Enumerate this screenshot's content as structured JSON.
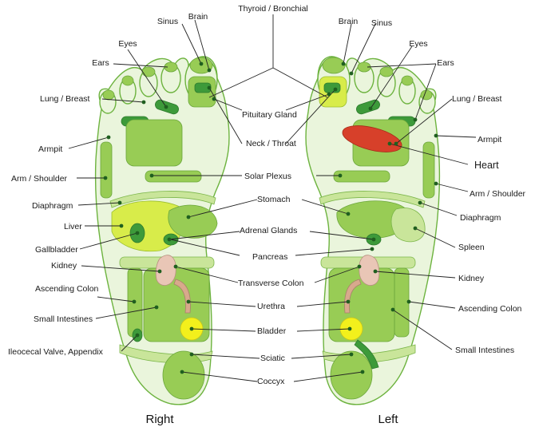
{
  "top": {
    "thyroid_bronchial": "Thyroid / Bronchial"
  },
  "titles": {
    "right_foot": "Right",
    "left_foot": "Left"
  },
  "center_labels": {
    "pituitary_gland": "Pituitary Gland",
    "neck_throat": "Neck / Throat",
    "solar_plexus": "Solar Plexus",
    "stomach": "Stomach",
    "adrenal_glands": "Adrenal Glands",
    "pancreas": "Pancreas",
    "transverse_colon": "Transverse Colon",
    "urethra": "Urethra",
    "bladder": "Bladder",
    "sciatic": "Sciatic",
    "coccyx": "Coccyx"
  },
  "right_side_labels": {
    "sinus": "Sinus",
    "brain": "Brain",
    "eyes": "Eyes",
    "ears": "Ears",
    "lung_breast": "Lung / Breast",
    "armpit": "Armpit",
    "arm_shoulder": "Arm / Shoulder",
    "diaphragm": "Diaphragm",
    "liver": "Liver",
    "gallbladder": "Gallbladder",
    "kidney": "Kidney",
    "ascending_colon": "Ascending Colon",
    "small_intestines": "Small Intestines",
    "ileocecal_valve": "Ileocecal Valve, Appendix"
  },
  "left_side_labels": {
    "brain": "Brain",
    "sinus": "Sinus",
    "eyes": "Eyes",
    "ears": "Ears",
    "lung_breast": "Lung / Breast",
    "armpit": "Armpit",
    "heart": "Heart",
    "arm_shoulder": "Arm / Shoulder",
    "diaphragm": "Diaphragm",
    "spleen": "Spleen",
    "kidney": "Kidney",
    "ascending_colon": "Ascending Colon",
    "small_intestines": "Small Intestines"
  },
  "colors": {
    "foot_outline": "#6db33f",
    "foot_fill": "#eaf5dc",
    "zone_mid_green": "#98cc55",
    "zone_light_green": "#c9e59a",
    "zone_dark_green": "#3d9a3a",
    "zone_yellow_green": "#d8ec4a",
    "kidney_pink": "#e9c6b6",
    "bladder_yellow": "#f3f01c",
    "heart_red": "#d7402a"
  }
}
